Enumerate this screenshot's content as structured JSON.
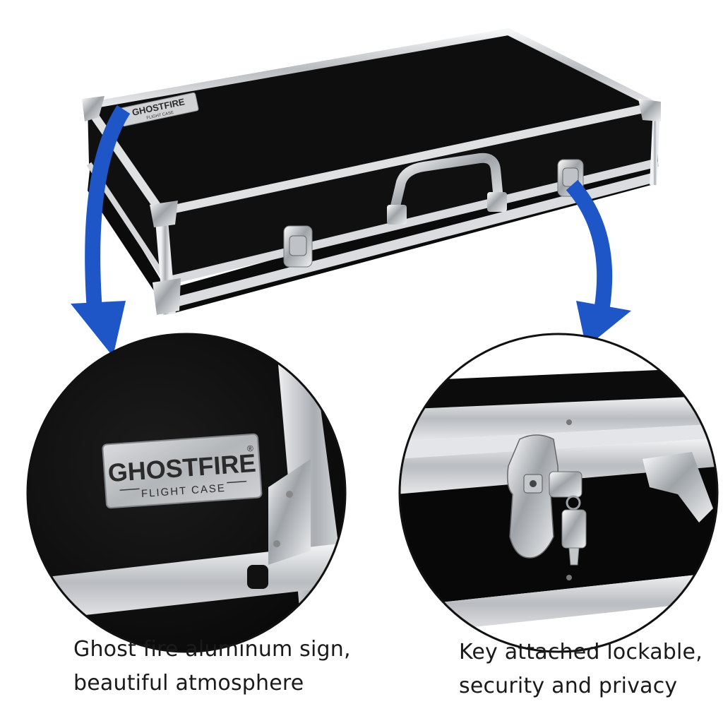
{
  "case": {
    "lid_badge": {
      "brand": "GHOSTFIRE",
      "subtitle": "FLIGHT CASE"
    }
  },
  "zoom_left": {
    "sign": {
      "brand": "GHOSTFIRE",
      "registered": "®",
      "subtitle": "FLIGHT CASE"
    }
  },
  "captions": {
    "left": {
      "line1": "Ghost fire aluminum sign,",
      "line2": "beautiful atmosphere"
    },
    "right": {
      "line1": "Key attached lockable,",
      "line2": "security and privacy"
    }
  },
  "colors": {
    "arrow": "#1e56c8",
    "case_body": "#0d0d0d",
    "aluminum": "#c9ccd0"
  }
}
